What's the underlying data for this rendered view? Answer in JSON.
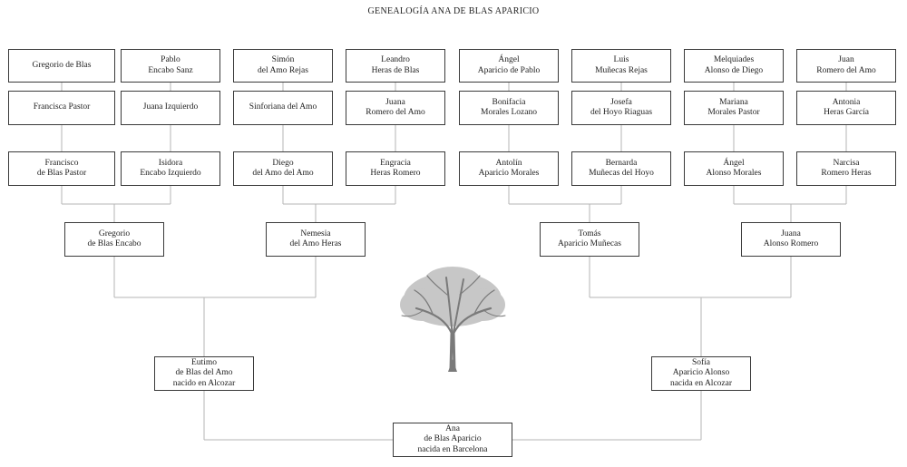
{
  "title": "GENEALOGÍA ANA DE BLAS APARICIO",
  "row1": [
    [
      "Gregorio de Blas"
    ],
    [
      "Pablo",
      "Encabo Sanz"
    ],
    [
      "Simón",
      "del Amo Rejas"
    ],
    [
      "Leandro",
      "Heras de Blas"
    ],
    [
      "Ángel",
      "Aparicio de Pablo"
    ],
    [
      "Luis",
      "Muñecas Rejas"
    ],
    [
      "Melquiades",
      "Alonso de Diego"
    ],
    [
      "Juan",
      "Romero del Amo"
    ]
  ],
  "row2": [
    [
      "Francisca Pastor"
    ],
    [
      "Juana Izquierdo"
    ],
    [
      "Sinforiana del Amo"
    ],
    [
      "Juana",
      "Romero del Amo"
    ],
    [
      "Bonifacia",
      "Morales Lozano"
    ],
    [
      "Josefa",
      "del Hoyo Riaguas"
    ],
    [
      "Mariana",
      "Morales Pastor"
    ],
    [
      "Antonia",
      "Heras García"
    ]
  ],
  "row3": [
    [
      "Francisco",
      "de Blas Pastor"
    ],
    [
      "Isidora",
      "Encabo Izquierdo"
    ],
    [
      "Diego",
      "del Amo del Amo"
    ],
    [
      "Engracia",
      "Heras Romero"
    ],
    [
      "Antolín",
      "Aparicio Morales"
    ],
    [
      "Bernarda",
      "Muñecas del Hoyo"
    ],
    [
      "Ángel",
      "Alonso Morales"
    ],
    [
      "Narcisa",
      "Romero Heras"
    ]
  ],
  "row4": [
    [
      "Gregorio",
      "de Blas Encabo"
    ],
    [
      "Nemesia",
      "del Amo Heras"
    ],
    [
      "Tomás",
      "Aparicio Muñecas"
    ],
    [
      "Juana",
      "Alonso Romero"
    ]
  ],
  "row5": [
    [
      "Eutimo",
      "de Blas del Amo",
      "nacido en Alcozar"
    ],
    [
      "Sofía",
      "Aparicio Alonso",
      "nacida en Alcozar"
    ]
  ],
  "row6": [
    [
      "Ana",
      "de Blas Aparicio",
      "nacida en Barcelona"
    ]
  ],
  "colors": {
    "line": "#b5b5b5",
    "border": "#3a3a3a",
    "tree": "#8a8a8a"
  }
}
